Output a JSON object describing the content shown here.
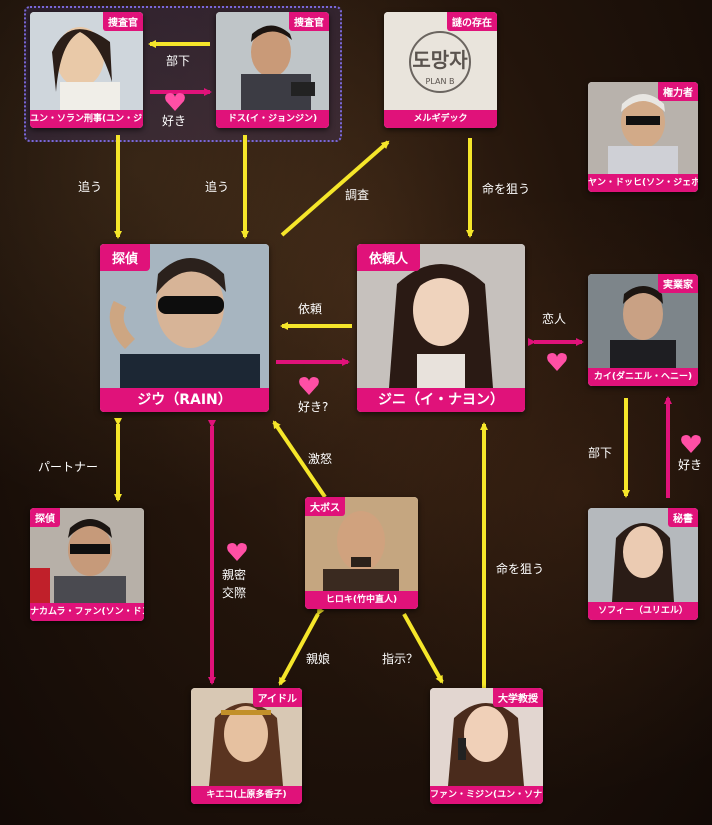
{
  "colors": {
    "pink": "#e0127a",
    "yellow": "#f5e62a",
    "group_border": "#7a68d8"
  },
  "characters": {
    "yoon": {
      "role": "捜査官",
      "name": "ユン・ソラン刑事(ユン・ジンソ)"
    },
    "dos": {
      "role": "捜査官",
      "name": "ドス(イ・ジョンジン)"
    },
    "melki": {
      "role": "謎の存在",
      "name": "メルギデック",
      "logo_text": "도망자",
      "logo_sub": "PLAN B"
    },
    "yang": {
      "role": "権力者",
      "name": "ヤン・ドッヒ(ソン・ジェホ)"
    },
    "jiwoo": {
      "role": "探偵",
      "name": "ジウ（RAIN）"
    },
    "jini": {
      "role": "依頼人",
      "name": "ジニ（イ・ナヨン）"
    },
    "kai": {
      "role": "実業家",
      "name": "カイ(ダニエル・ヘニー)"
    },
    "nakamura": {
      "role": "探偵",
      "name": "ナカムラ・ファン(ソン・ドンイル)"
    },
    "hiroki": {
      "role": "大ボス",
      "name": "ヒロキ(竹中直人)"
    },
    "sophie": {
      "role": "秘書",
      "name": "ソフィー（ユリエル）"
    },
    "kieko": {
      "role": "アイドル",
      "name": "キエコ(上原多香子)"
    },
    "hwang": {
      "role": "大学教授",
      "name": "ファン・ミジン(ユン・ソナ)"
    }
  },
  "relations": {
    "subordinate_top": "部下",
    "like_top": "好き",
    "chase_left": "追う",
    "chase_right": "追う",
    "investigate": "調査",
    "target_life_top": "命を狙う",
    "request": "依頼",
    "like_q": "好き?",
    "lovers": "恋人",
    "partner": "パートナー",
    "rage": "激怒",
    "intimate": "親密\n交際",
    "subordinate_right": "部下",
    "like_right": "好き",
    "target_life_bottom": "命を狙う",
    "parent": "親娘",
    "instruction": "指示？"
  },
  "icons": [
    "heart-icon"
  ]
}
